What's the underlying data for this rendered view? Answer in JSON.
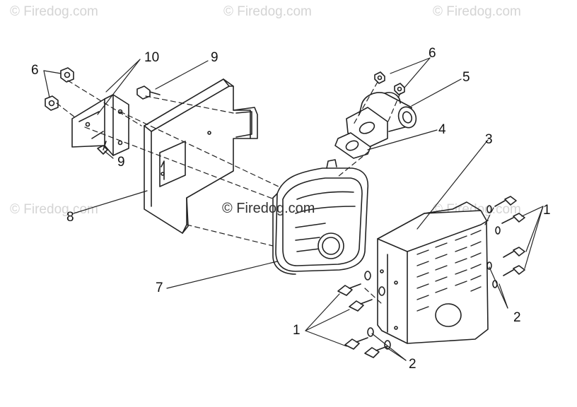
{
  "watermark": {
    "text": "© Firedog.com"
  },
  "callouts": {
    "c10": "10",
    "c9a": "9",
    "c6a": "6",
    "c6b": "6",
    "c5": "5",
    "c4": "4",
    "c3": "3",
    "c9b": "9",
    "c8": "8",
    "c7": "7",
    "c1a": "1",
    "c1b": "1",
    "c2a": "2",
    "c2b": "2"
  }
}
